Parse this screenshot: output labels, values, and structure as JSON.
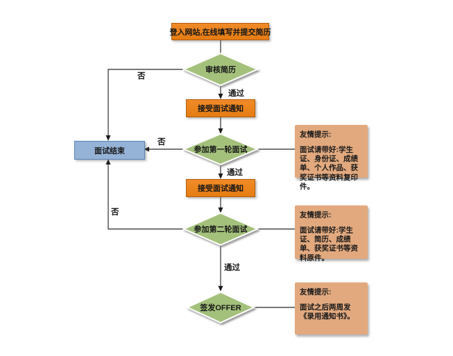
{
  "flowchart": {
    "colors": {
      "process_fill": "#e8811a",
      "process_border": "#b25c0c",
      "decision_fill": "#a4c17c",
      "decision_border": "#ffffff",
      "terminal_fill": "#95b3d7",
      "terminal_border": "#5a81b5",
      "note_fill": "#e2a97e",
      "connector": "#4a4a4a",
      "text": "#161616"
    },
    "nodes": {
      "start": {
        "type": "process",
        "label": "登入网站,在线填写并提交简历"
      },
      "review": {
        "type": "decision",
        "label": "审核简历"
      },
      "notice1": {
        "type": "process",
        "label": "接受面试通知"
      },
      "round1": {
        "type": "decision",
        "label": "参加第一轮面试"
      },
      "end": {
        "type": "terminal",
        "label": "面试结束"
      },
      "notice2": {
        "type": "process",
        "label": "接受面试通知"
      },
      "round2": {
        "type": "decision",
        "label": "参加第二轮面试"
      },
      "offer": {
        "type": "decision",
        "label": "签发OFFER"
      }
    },
    "edges": {
      "review_pass": "通过",
      "review_no": "否",
      "round1_pass": "通过",
      "round1_no": "否",
      "round2_pass": "通过",
      "round2_no": "否"
    },
    "notes": [
      {
        "title": "友情提示:",
        "body": "面试请带好:学生证、身份证、成绩单、个人作品、获奖证书等资料复印件。"
      },
      {
        "title": "友情提示:",
        "body": "面试请带好:学生证、简历、成绩单、获奖证书等资料原件。"
      },
      {
        "title": "友情提示:",
        "body": "面试之后两周发《录用通知书》。"
      }
    ]
  }
}
